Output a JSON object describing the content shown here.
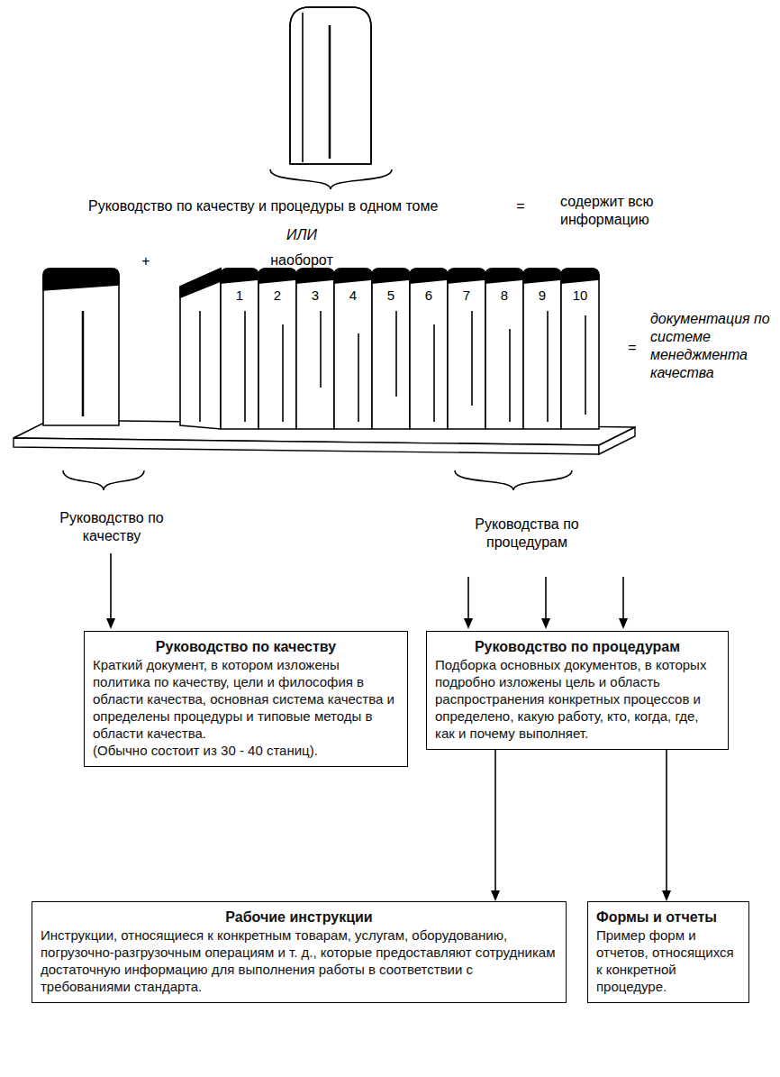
{
  "diagram": {
    "nodes": [
      {
        "text": [
          "Руководство по качеству",
          "Краткий документ, в котором изложены политика по качеству, цели и философия в области качества, основная система качества и определены процедуры и типовые методы в области качества.",
          "(Обычно состоит из 30 - 40 станиц)."
        ]
      },
      {
        "text": [
          "Руководство по процедурам",
          "Подборка основных документов, в которых подробно изложены цель и область распространения конкретных процессов и определено, какую работу, кто, когда, где, как и почему выполняет."
        ]
      },
      {
        "text": [
          "Рабочие инструкции",
          "Инструкции, относящиеся к конкретным товарам, услугам, оборудованию, погрузочно-разгрузочным операциям и т. д., которые предоставляют сотрудникам достаточную информацию для выполнения работы в соответствии с требованиями стандарта."
        ]
      },
      {
        "text": [
          "Формы и отчеты",
          "Пример форм и отчетов, относящихся к конкретной процедуре."
        ]
      }
    ],
    "edges": [
      {
        "from": 1,
        "to": 2,
        "arrow": "to"
      },
      {
        "from": 1,
        "to": 3,
        "arrow": "to"
      }
    ],
    "labels": [
      "Руководство по качеству и процедуры в одном томе",
      "=",
      "содержит всю информацию",
      "ИЛИ",
      "наоборот",
      "+",
      "1",
      "2",
      "3",
      "4",
      "5",
      "6",
      "7",
      "8",
      "9",
      "10",
      "=",
      "документация по системе менеджмента качества",
      "Руководство по качеству",
      "Руководства по процедурам"
    ]
  }
}
